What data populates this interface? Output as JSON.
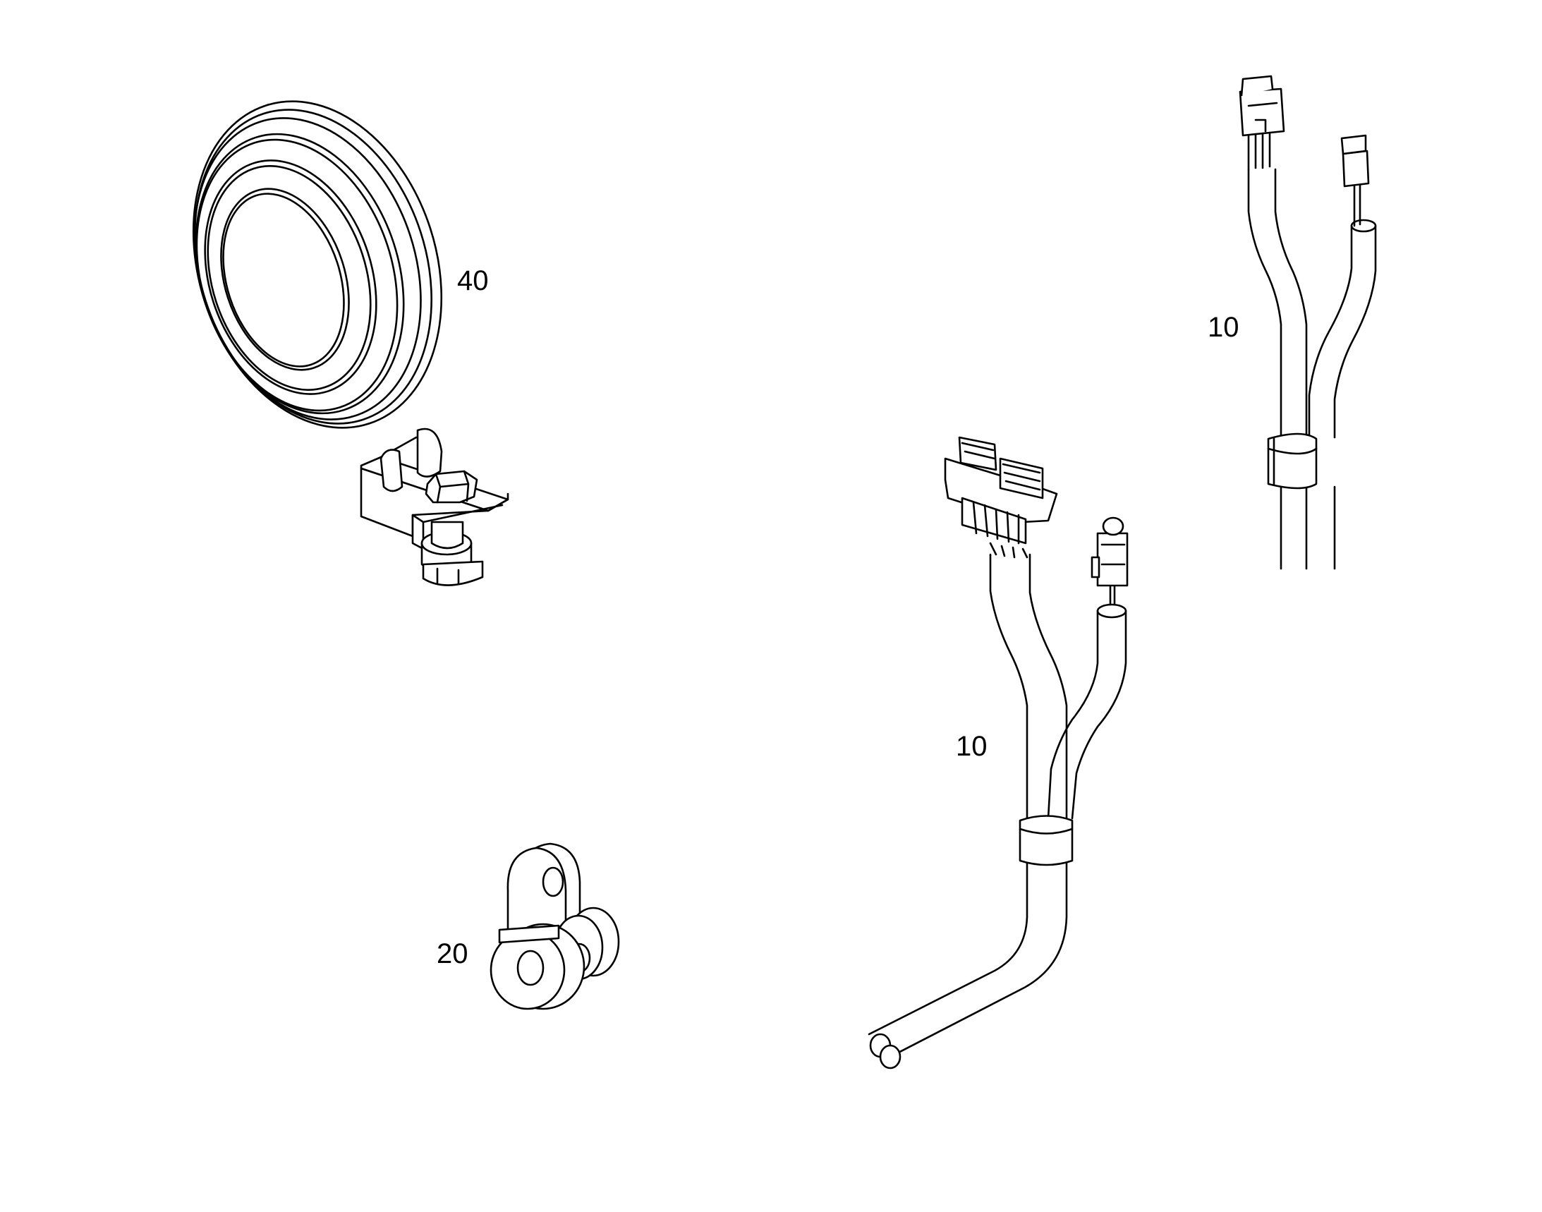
{
  "diagram": {
    "callouts": {
      "lamp": "40",
      "clamp": "20",
      "harness_main": "10",
      "harness_upper": "10"
    },
    "colors": {
      "line": "#000000",
      "background": "#ffffff"
    },
    "parts": [
      {
        "name": "round-lamp",
        "callout": "40"
      },
      {
        "name": "cable-clamp",
        "callout": "20"
      },
      {
        "name": "wire-harness",
        "callout": "10"
      },
      {
        "name": "wire-harness",
        "callout": "10"
      }
    ]
  }
}
